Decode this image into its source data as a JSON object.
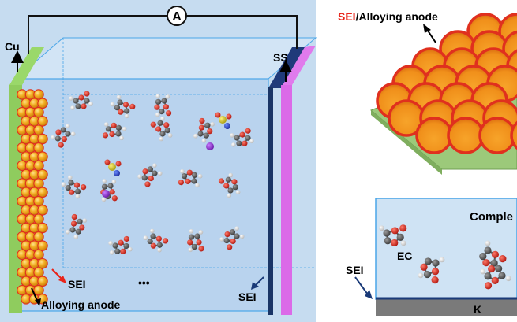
{
  "circuit": {
    "ammeter_symbol": "A"
  },
  "labels": {
    "copper": "Cu",
    "stainless_steel": "SS",
    "sei_left": "SEI",
    "ellipsis": "•••",
    "alloying_anode": "Alloying anode",
    "sei_right_cell": "SEI",
    "sei_prefix": "SEI",
    "slash_alloying_anode": "/Alloying anode",
    "complex_fragment": "Comple",
    "ec": "EC",
    "sei_bottom": "SEI",
    "k_fragment": "K"
  },
  "colors": {
    "cell_background": "#bcd6ee",
    "copper_plate": "#8fd060",
    "ss_plate": "#d968e6",
    "particle_fill": "#f0a418",
    "sei_shell": "#e0301e",
    "sei_arrow_red": "#e8241a",
    "sei_arrow_navy": "#1a3a78"
  }
}
